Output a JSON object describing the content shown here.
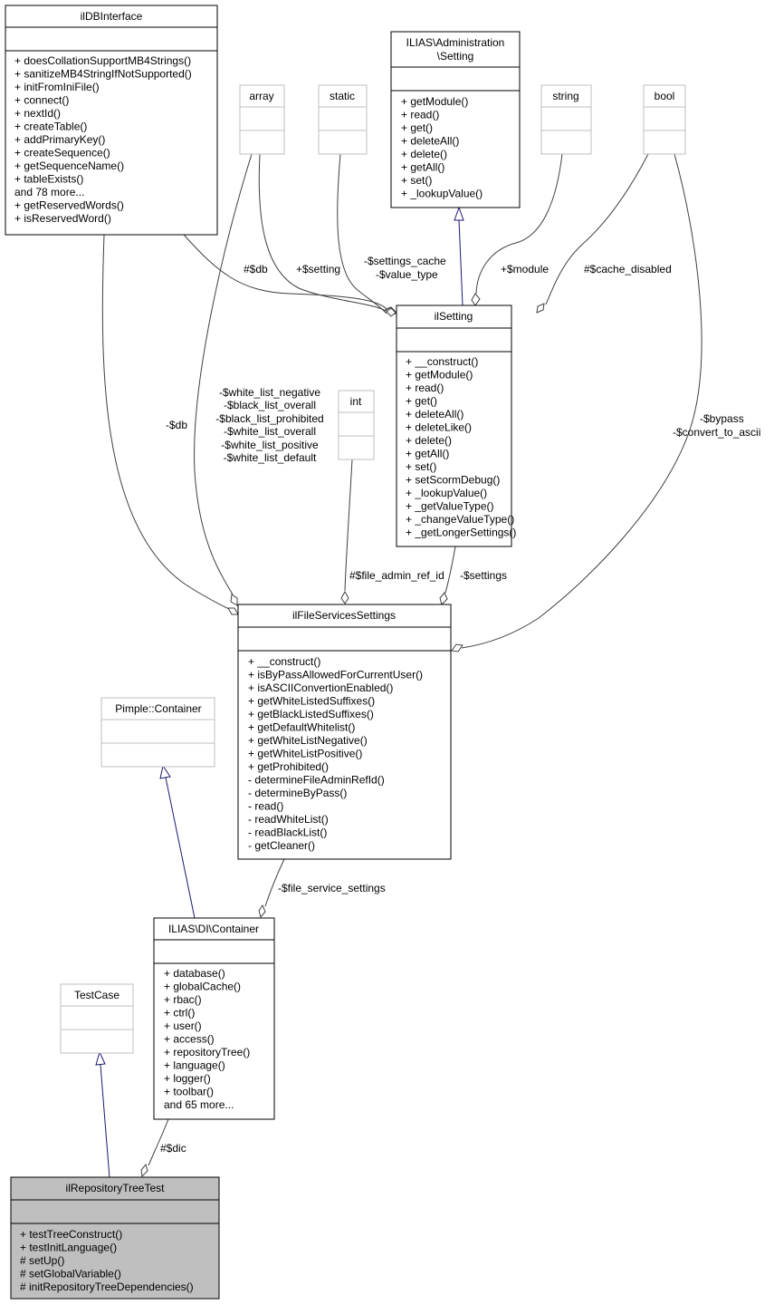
{
  "classes": {
    "ildbinterface": {
      "name": "ilDBInterface",
      "methods": [
        "+ doesCollationSupportMB4Strings()",
        "+ sanitizeMB4StringIfNotSupported()",
        "+ initFromIniFile()",
        "+ connect()",
        "+ nextId()",
        "+ createTable()",
        "+ addPrimaryKey()",
        "+ createSequence()",
        "+ getSequenceName()",
        "+ tableExists()",
        "and 78 more...",
        "+ getReservedWords()",
        "+ isReservedWord()"
      ]
    },
    "array": {
      "name": "array"
    },
    "static": {
      "name": "static"
    },
    "setting": {
      "name_line1": "ILIAS\\Administration",
      "name_line2": "\\Setting",
      "methods": [
        "+ getModule()",
        "+ read()",
        "+ get()",
        "+ deleteAll()",
        "+ delete()",
        "+ getAll()",
        "+ set()",
        "+ _lookupValue()"
      ]
    },
    "string": {
      "name": "string"
    },
    "bool": {
      "name": "bool"
    },
    "ilsetting": {
      "name": "ilSetting",
      "methods": [
        "+ __construct()",
        "+ getModule()",
        "+ read()",
        "+ get()",
        "+ deleteAll()",
        "+ deleteLike()",
        "+ delete()",
        "+ getAll()",
        "+ set()",
        "+ setScormDebug()",
        "+ _lookupValue()",
        "+ _getValueType()",
        "+ _changeValueType()",
        "+ _getLongerSettings()"
      ]
    },
    "int": {
      "name": "int"
    },
    "filesettings": {
      "name": "ilFileServicesSettings",
      "methods": [
        "+ __construct()",
        "+ isByPassAllowedForCurrentUser()",
        "+ isASCIIConvertionEnabled()",
        "+ getWhiteListedSuffixes()",
        "+ getBlackListedSuffixes()",
        "+ getDefaultWhitelist()",
        "+ getWhiteListNegative()",
        "+ getWhiteListPositive()",
        "+ getProhibited()",
        "- determineFileAdminRefId()",
        "- determineByPass()",
        "- read()",
        "- readWhiteList()",
        "- readBlackList()",
        "- getCleaner()"
      ]
    },
    "pimple": {
      "name": "Pimple::Container"
    },
    "dicontainer": {
      "name": "ILIAS\\DI\\Container",
      "methods": [
        "+ database()",
        "+ globalCache()",
        "+ rbac()",
        "+ ctrl()",
        "+ user()",
        "+ access()",
        "+ repositoryTree()",
        "+ language()",
        "+ logger()",
        "+ toolbar()",
        "and 65 more..."
      ]
    },
    "testcase": {
      "name": "TestCase"
    },
    "repotest": {
      "name": "ilRepositoryTreeTest",
      "methods": [
        "+ testTreeConstruct()",
        "+ testInitLanguage()",
        "# setUp()",
        "# setGlobalVariable()",
        "# initRepositoryTreeDependencies()"
      ]
    }
  },
  "edge_labels": {
    "db_hash": "#$db",
    "setting": "+$setting",
    "settings_cache": "-$settings_cache",
    "value_type": "-$value_type",
    "module": "+$module",
    "cache_disabled": "#$cache_disabled",
    "db_minus": "-$db",
    "white_list_negative": "-$white_list_negative",
    "black_list_overall": "-$black_list_overall",
    "black_list_prohibited": "-$black_list_prohibited",
    "white_list_overall": "-$white_list_overall",
    "white_list_positive": "-$white_list_positive",
    "white_list_default": "-$white_list_default",
    "bypass": "-$bypass",
    "convert_to_ascii": "-$convert_to_ascii",
    "file_admin_ref_id": "#$file_admin_ref_id",
    "settings": "-$settings",
    "file_service_settings": "-$file_service_settings",
    "dic": "#$dic"
  }
}
